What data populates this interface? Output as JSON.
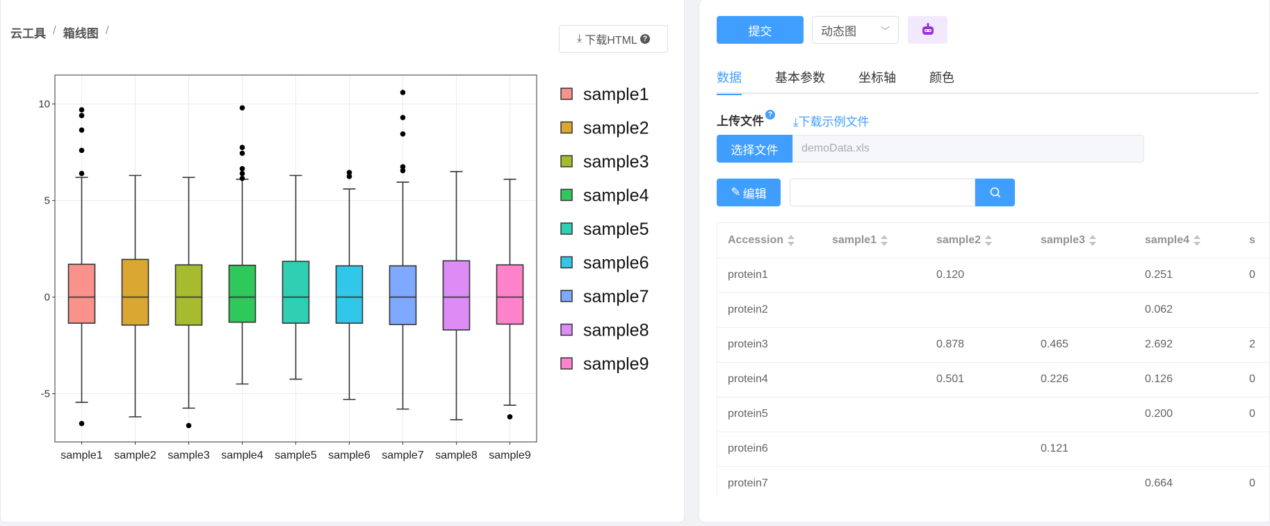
{
  "breadcrumb": [
    "云工具",
    "箱线图"
  ],
  "download_html_label": "下载HTML",
  "chart_data": {
    "type": "box",
    "categories": [
      "sample1",
      "sample2",
      "sample3",
      "sample4",
      "sample5",
      "sample6",
      "sample7",
      "sample8",
      "sample9"
    ],
    "yticks": [
      10,
      5,
      0,
      -5
    ],
    "ylim": [
      -7.5,
      11.5
    ],
    "colors": [
      "#f8928a",
      "#dba733",
      "#a7bb2f",
      "#2fc85a",
      "#2ecfb3",
      "#32c6e8",
      "#7fa9ff",
      "#dd8cf6",
      "#ff82cb"
    ],
    "series": [
      {
        "name": "sample1",
        "q1": -1.35,
        "median": 0,
        "q3": 1.7,
        "whisker_low": -5.45,
        "whisker_high": 6.2,
        "outliers": [
          9.7,
          9.4,
          8.65,
          7.6,
          6.4,
          -6.55
        ]
      },
      {
        "name": "sample2",
        "q1": -1.45,
        "median": 0,
        "q3": 1.95,
        "whisker_low": -6.2,
        "whisker_high": 6.3,
        "outliers": []
      },
      {
        "name": "sample3",
        "q1": -1.45,
        "median": 0,
        "q3": 1.67,
        "whisker_low": -5.75,
        "whisker_high": 6.2,
        "outliers": [
          -6.65
        ]
      },
      {
        "name": "sample4",
        "q1": -1.3,
        "median": 0,
        "q3": 1.65,
        "whisker_low": -4.5,
        "whisker_high": 6.1,
        "outliers": [
          9.8,
          7.75,
          7.45,
          6.65,
          6.4,
          6.15
        ]
      },
      {
        "name": "sample5",
        "q1": -1.35,
        "median": 0,
        "q3": 1.85,
        "whisker_low": -4.25,
        "whisker_high": 6.3,
        "outliers": []
      },
      {
        "name": "sample6",
        "q1": -1.35,
        "median": 0,
        "q3": 1.62,
        "whisker_low": -5.3,
        "whisker_high": 5.6,
        "outliers": [
          6.45,
          6.25
        ]
      },
      {
        "name": "sample7",
        "q1": -1.42,
        "median": 0,
        "q3": 1.62,
        "whisker_low": -5.8,
        "whisker_high": 5.95,
        "outliers": [
          10.6,
          9.3,
          8.45,
          6.75,
          6.55
        ]
      },
      {
        "name": "sample8",
        "q1": -1.7,
        "median": 0,
        "q3": 1.88,
        "whisker_low": -6.35,
        "whisker_high": 6.5,
        "outliers": []
      },
      {
        "name": "sample9",
        "q1": -1.4,
        "median": 0,
        "q3": 1.67,
        "whisker_low": -5.6,
        "whisker_high": 6.1,
        "outliers": [
          -6.2
        ]
      }
    ]
  },
  "toolbar": {
    "submit": "提交",
    "chart_mode": "动态图"
  },
  "tabs": [
    "数据",
    "基本参数",
    "坐标轴",
    "颜色"
  ],
  "upload": {
    "label": "上传文件",
    "download_sample": "下载示例文件",
    "choose": "选择文件",
    "file_name": "demoData.xls"
  },
  "edit_label": "编辑",
  "table": {
    "headers": [
      "Accession",
      "sample1",
      "sample2",
      "sample3",
      "sample4",
      "s"
    ],
    "rows": [
      [
        "protein1",
        "",
        "0.120",
        "",
        "0.251",
        "0"
      ],
      [
        "protein2",
        "",
        "",
        "",
        "0.062",
        ""
      ],
      [
        "protein3",
        "",
        "0.878",
        "0.465",
        "2.692",
        "2"
      ],
      [
        "protein4",
        "",
        "0.501",
        "0.226",
        "0.126",
        "0"
      ],
      [
        "protein5",
        "",
        "",
        "",
        "0.200",
        "0"
      ],
      [
        "protein6",
        "",
        "",
        "0.121",
        "",
        ""
      ],
      [
        "protein7",
        "",
        "",
        "",
        "0.664",
        "0"
      ]
    ]
  }
}
